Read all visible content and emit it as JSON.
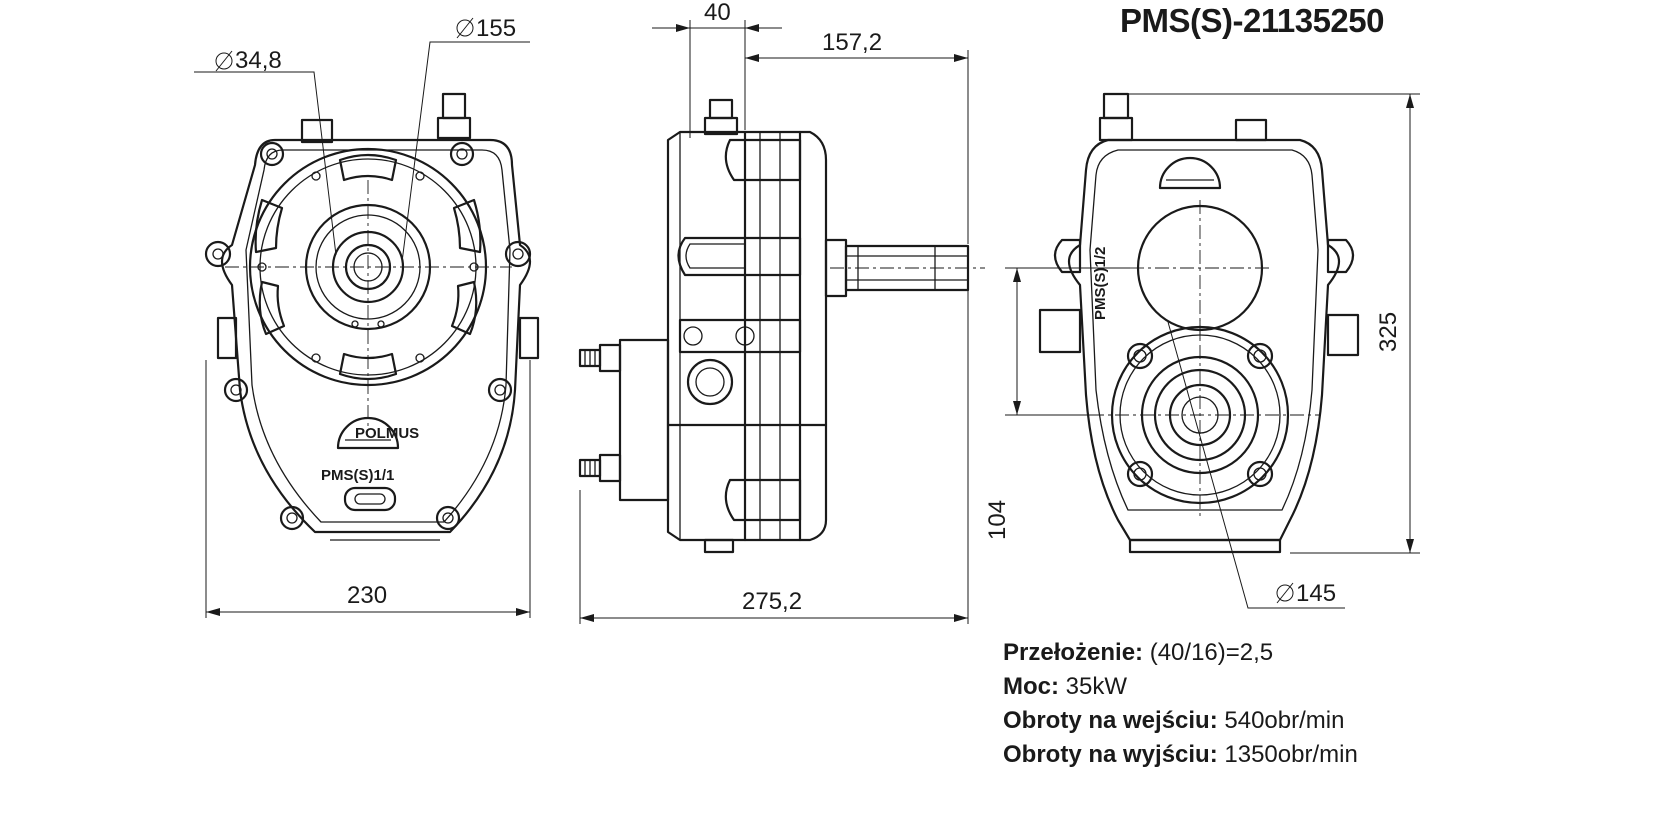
{
  "title": "PMS(S)-21135250",
  "dimensions": {
    "input_bore": "34,8",
    "flange_diameter": "155",
    "output_flange_diameter": "145",
    "front_width": "230",
    "side_length": "275,2",
    "shaft_offset": "40",
    "shaft_length": "157,2",
    "height": "325",
    "shaft_height": "104"
  },
  "labels": {
    "front_plate": "PMS(S)1/1",
    "rear_plate": "PMS(S)1/2",
    "brand": "POLMUS"
  },
  "specs": [
    {
      "label": "Przełożenie:",
      "value": "(40/16)=2,5"
    },
    {
      "label": "Moc:",
      "value": "35kW"
    },
    {
      "label": "Obroty na wejściu:",
      "value": "540obr/min"
    },
    {
      "label": "Obroty na wyjściu:",
      "value": "1350obr/min"
    }
  ]
}
